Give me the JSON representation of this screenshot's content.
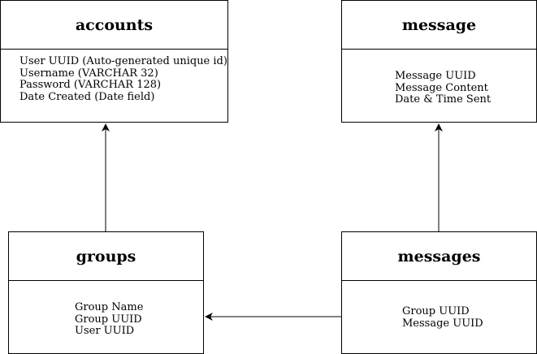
{
  "entities": {
    "accounts": {
      "title": "accounts",
      "fields": [
        "User UUID (Auto-generated unique id)",
        "Username (VARCHAR 32)",
        "Password (VARCHAR 128)",
        "Date Created (Date field)"
      ]
    },
    "message": {
      "title": "message",
      "fields": [
        "Message UUID",
        "Message Content",
        "Date & Time Sent"
      ]
    },
    "groups": {
      "title": "groups",
      "fields": [
        "Group Name",
        "Group UUID",
        "User UUID"
      ]
    },
    "messages": {
      "title": "messages",
      "fields": [
        "Group UUID",
        "Message UUID"
      ]
    }
  },
  "relations": [
    {
      "from": "groups",
      "to": "accounts"
    },
    {
      "from": "messages",
      "to": "message"
    },
    {
      "from": "messages",
      "to": "groups"
    }
  ],
  "colors": {
    "line": "#000000",
    "background": "#ffffff"
  }
}
